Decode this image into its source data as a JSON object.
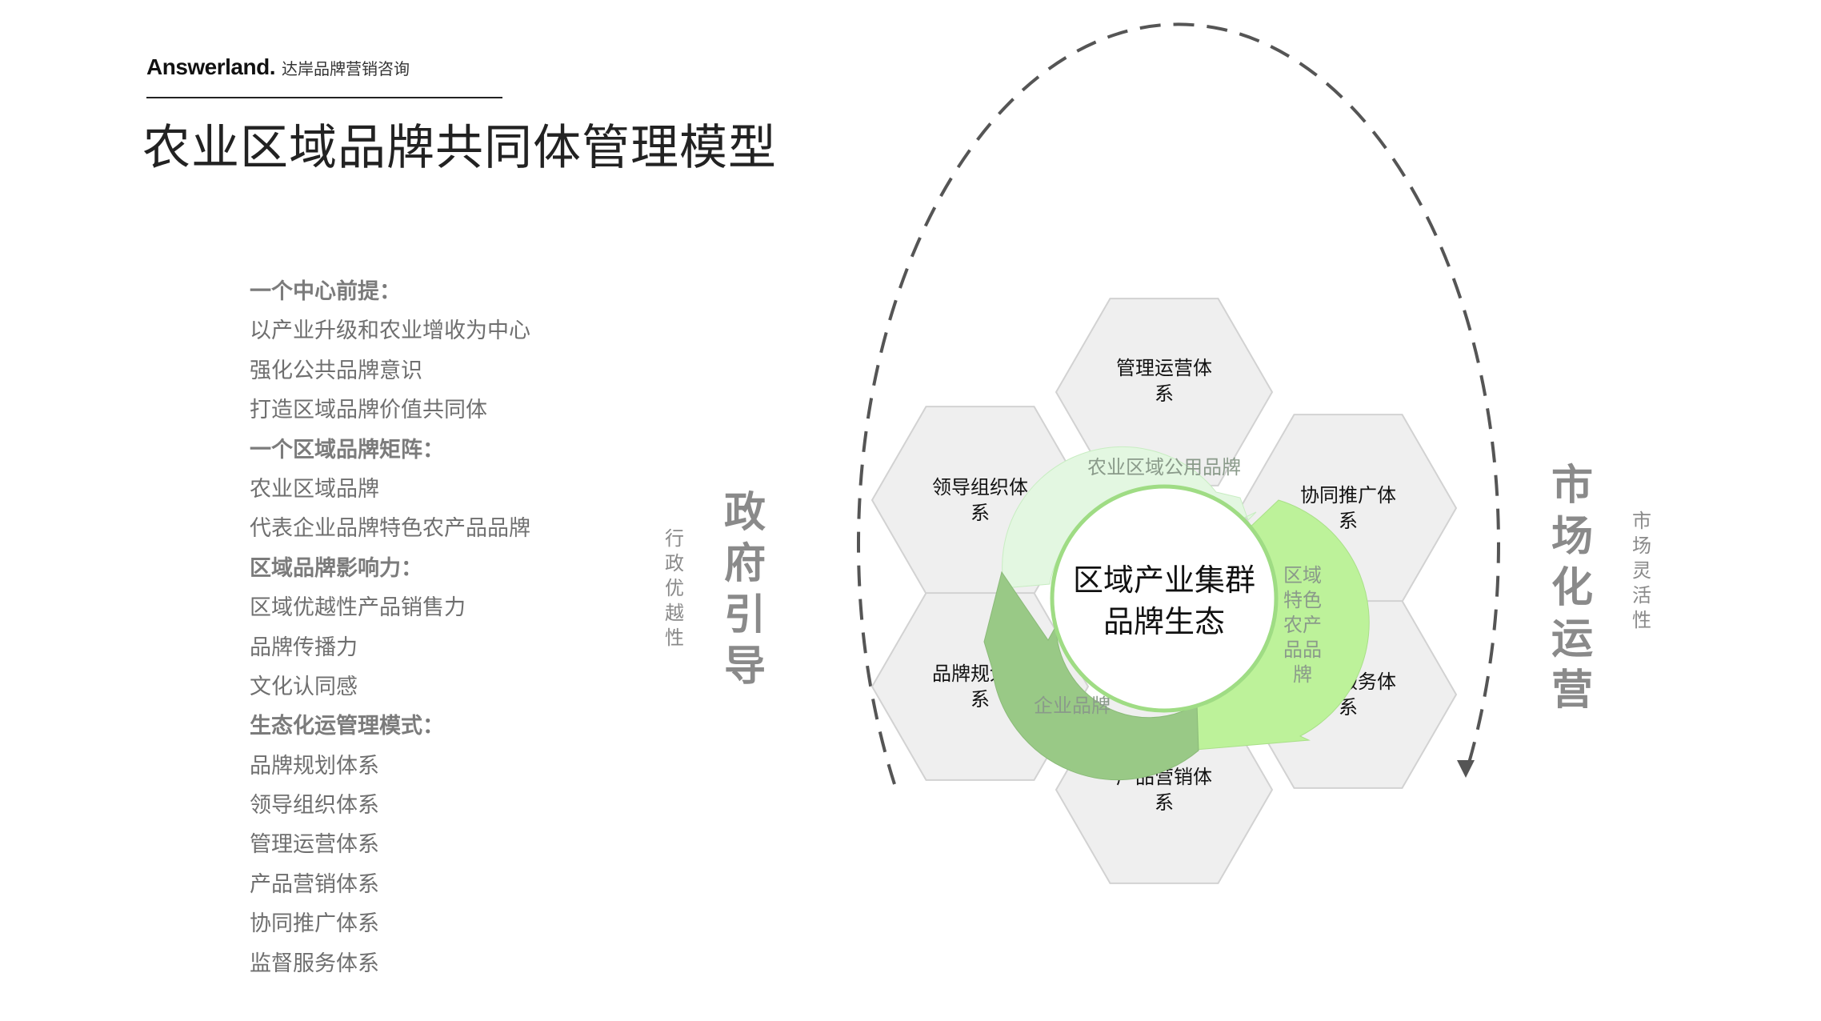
{
  "header": {
    "brand_en": "Answerland.",
    "brand_cn": "达岸品牌营销咨询",
    "title": "农业区域品牌共同体管理模型"
  },
  "outline": [
    {
      "text": "一个中心前提：",
      "heading": true
    },
    {
      "text": "以产业升级和农业增收为中心",
      "heading": false
    },
    {
      "text": "强化公共品牌意识",
      "heading": false
    },
    {
      "text": "打造区域品牌价值共同体",
      "heading": false
    },
    {
      "text": "一个区域品牌矩阵：",
      "heading": true
    },
    {
      "text": "农业区域品牌",
      "heading": false
    },
    {
      "text": "代表企业品牌特色农产品品牌",
      "heading": false
    },
    {
      "text": "区域品牌影响力：",
      "heading": true
    },
    {
      "text": "区域优越性产品销售力",
      "heading": false
    },
    {
      "text": "品牌传播力",
      "heading": false
    },
    {
      "text": "文化认同感",
      "heading": false
    },
    {
      "text": "生态化运管理模式：",
      "heading": true
    },
    {
      "text": "品牌规划体系",
      "heading": false
    },
    {
      "text": "领导组织体系",
      "heading": false
    },
    {
      "text": "管理运营体系",
      "heading": false
    },
    {
      "text": "产品营销体系",
      "heading": false
    },
    {
      "text": "协同推广体系",
      "heading": false
    },
    {
      "text": "监督服务体系",
      "heading": false
    }
  ],
  "diagram": {
    "left_side": {
      "main": "政府引导",
      "sub": "行政优越性"
    },
    "right_side": {
      "main": "市场化运营",
      "sub": "市场灵活性"
    },
    "center": {
      "line1": "区域产业集群",
      "line2": "品牌生态"
    },
    "hexagons": {
      "top": {
        "line1": "管理运营体",
        "line2": "系"
      },
      "upper_left": {
        "line1": "领导组织体",
        "line2": "系"
      },
      "upper_right": {
        "line1": "协同推广体",
        "line2": "系"
      },
      "lower_left": {
        "line1": "品牌规划体",
        "line2": "系"
      },
      "lower_right": {
        "line1": "监督服务体",
        "line2": "系"
      },
      "bottom": {
        "line1": "产品营销体",
        "line2": "系"
      }
    },
    "arrows": {
      "top": "农业区域公用品牌",
      "right": [
        "区域",
        "特色",
        "农产",
        "品品",
        "牌"
      ],
      "left": "企业品牌"
    },
    "colors": {
      "hex_fill": "#efefef",
      "hex_stroke": "#d2d2d2",
      "arrow_light": "#e3f7e1",
      "arrow_mid": "#bdf29a",
      "arrow_dark": "#99c986",
      "dashed": "#555555",
      "big_text": "#8a8a8a"
    }
  }
}
